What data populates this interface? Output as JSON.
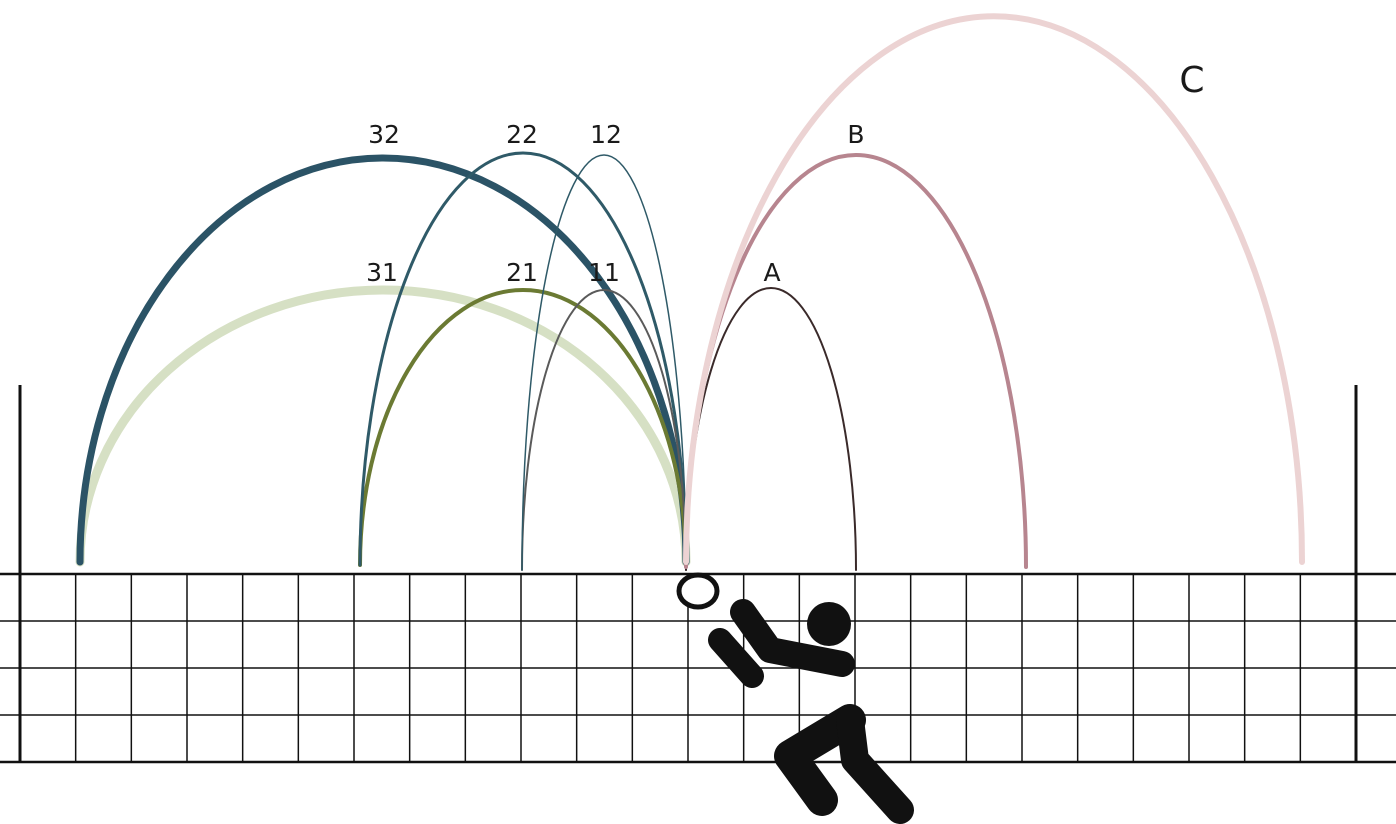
{
  "diagram": {
    "trajectories": [
      {
        "id": "31",
        "label": "31",
        "color": "#d6e0c4"
      },
      {
        "id": "32",
        "label": "32",
        "color": "#2b5366"
      },
      {
        "id": "21",
        "label": "21",
        "color": "#6b7a33"
      },
      {
        "id": "22",
        "label": "22",
        "color": "#2f5a68"
      },
      {
        "id": "11",
        "label": "11",
        "color": "#5a5a5a"
      },
      {
        "id": "12",
        "label": "12",
        "color": "#2f5a68"
      },
      {
        "id": "A",
        "label": "A",
        "color": "#3a2a2a"
      },
      {
        "id": "B",
        "label": "B",
        "color": "#b7858f"
      },
      {
        "id": "C",
        "label": "C",
        "color": "#ecd3d3"
      }
    ],
    "net": {
      "columns": 24,
      "rows": 4,
      "line_color": "#111111"
    },
    "ball_icon": "ball-icon",
    "player_icon": "setter-player-icon"
  }
}
